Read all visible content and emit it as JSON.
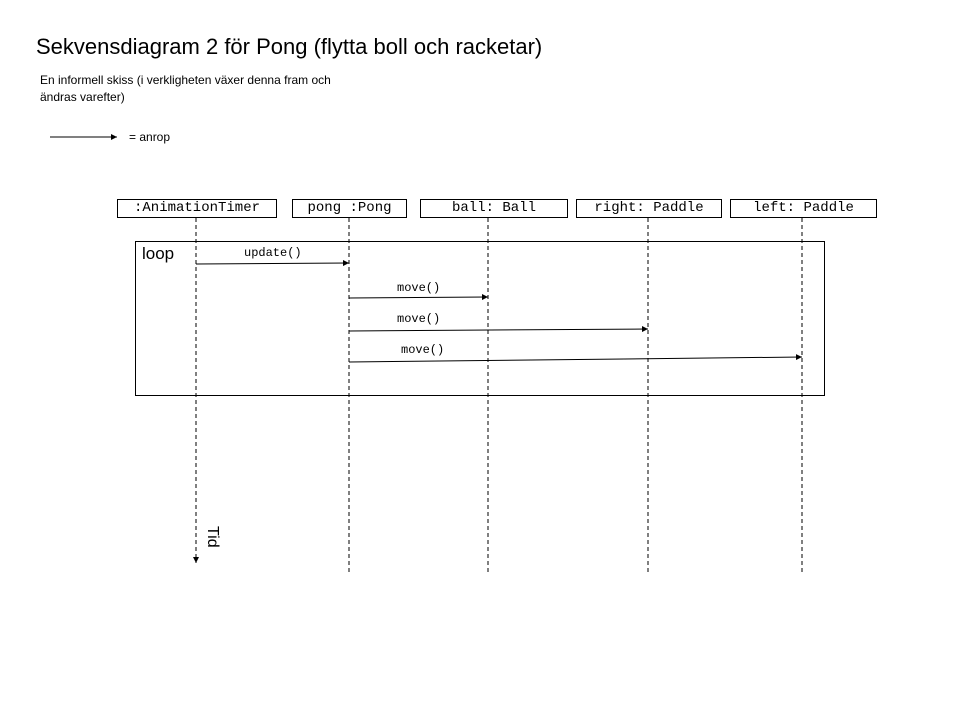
{
  "title": "Sekvensdiagram 2 för Pong (flytta boll och racketar)",
  "subtitle": "En informell skiss (i verkligheten växer denna fram och ändras varefter)",
  "legend": {
    "label": "= anrop"
  },
  "participants": [
    {
      "label": ":AnimationTimer"
    },
    {
      "label": "pong :Pong"
    },
    {
      "label": "ball: Ball"
    },
    {
      "label": "right: Paddle"
    },
    {
      "label": "left: Paddle"
    }
  ],
  "loop": {
    "label": "loop"
  },
  "messages": [
    {
      "label": "update()",
      "from": 0,
      "to": 1
    },
    {
      "label": "move()",
      "from": 1,
      "to": 2
    },
    {
      "label": "move()",
      "from": 1,
      "to": 3
    },
    {
      "label": "move()",
      "from": 1,
      "to": 4
    }
  ],
  "time_axis": {
    "label": "Tid"
  }
}
